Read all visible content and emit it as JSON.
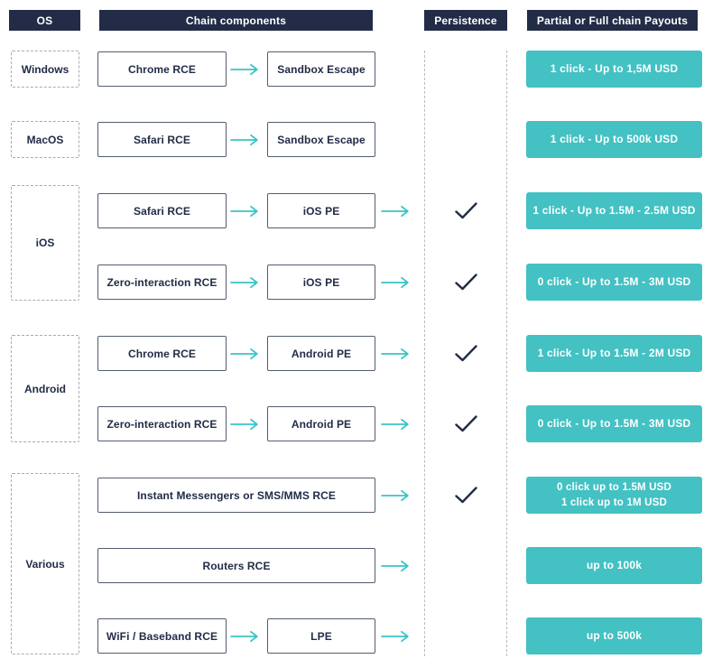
{
  "colors": {
    "navy": "#222c47",
    "teal": "#43c1c3",
    "arrow": "#3ac4c6",
    "box_border": "#535d70",
    "dash": "#a7abb2"
  },
  "headers": {
    "os": "OS",
    "chain": "Chain components",
    "persistence": "Persistence",
    "payouts": "Partial or Full chain Payouts"
  },
  "os_groups": [
    {
      "label": "Windows"
    },
    {
      "label": "MacOS"
    },
    {
      "label": "iOS"
    },
    {
      "label": "Android"
    },
    {
      "label": "Various"
    }
  ],
  "rows": [
    {
      "chain1": "Chrome RCE",
      "chain2": "Sandbox Escape",
      "persistence": "no",
      "payout": "1 click - Up to 1,5M USD"
    },
    {
      "chain1": "Safari RCE",
      "chain2": "Sandbox Escape",
      "persistence": "no",
      "payout": "1 click - Up to 500k USD"
    },
    {
      "chain1": "Safari RCE",
      "chain2": "iOS PE",
      "persistence": "yes",
      "payout": "1 click - Up to 1.5M - 2.5M USD"
    },
    {
      "chain1": "Zero-interaction RCE",
      "chain2": "iOS PE",
      "persistence": "yes",
      "payout": "0 click - Up to 1.5M - 3M USD"
    },
    {
      "chain1": "Chrome RCE",
      "chain2": "Android PE",
      "persistence": "yes",
      "payout": "1 click - Up to 1.5M - 2M USD"
    },
    {
      "chain1": "Zero-interaction RCE",
      "chain2": "Android PE",
      "persistence": "yes",
      "payout": "0 click - Up to 1.5M - 3M USD"
    },
    {
      "chain_wide": "Instant Messengers or SMS/MMS RCE",
      "persistence": "yes",
      "payout_lines": [
        "0 click up to 1.5M USD",
        "1 click up to 1M USD"
      ]
    },
    {
      "chain_wide": "Routers RCE",
      "persistence": "no",
      "payout": "up to 100k"
    },
    {
      "chain1": "WiFi / Baseband RCE",
      "chain2": "LPE",
      "persistence": "no",
      "payout": "up to 500k"
    }
  ]
}
